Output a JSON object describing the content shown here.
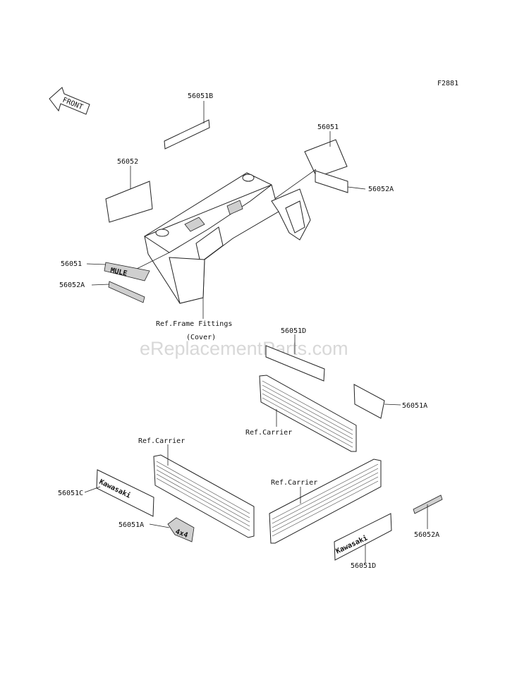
{
  "figure_code": "F2881",
  "front_arrow": "FRONT",
  "watermark": "eReplacementParts.com",
  "labels": {
    "l56051b": "56051B",
    "l56051_top": "56051",
    "l56052_top": "56052",
    "l56052a_right": "56052A",
    "l56051_side": "56051",
    "l56052a_side": "56052A",
    "ref_frame_1": "Ref.Frame Fittings",
    "ref_frame_2": "(Cover)",
    "l56051d_mid": "56051D",
    "l56051a_right": "56051A",
    "ref_carrier_mid": "Ref.Carrier",
    "ref_carrier_left": "Ref.Carrier",
    "ref_carrier_right": "Ref.Carrier",
    "l56051c": "56051C",
    "l56051a_left": "56051A",
    "l56052a_bottom": "56052A",
    "l56051d_bottom": "56051D"
  },
  "decals": {
    "mule": "MULE",
    "kawasaki_left": "Kawasaki",
    "kawasaki_right": "Kawasaki",
    "four_by_four": "4x4"
  }
}
